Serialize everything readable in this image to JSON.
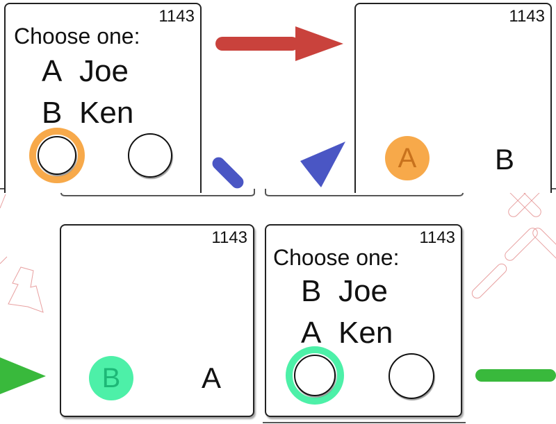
{
  "cards": [
    {
      "serial": "1143",
      "prompt": "Choose one:",
      "options": [
        {
          "letter": "A",
          "name": "Joe"
        },
        {
          "letter": "B",
          "name": "Ken"
        }
      ],
      "highlight_color": "#f7a94a"
    },
    {
      "serial": "1143",
      "revealed_letter": "A",
      "other_letter": "B",
      "highlight_color": "#f7a94a"
    },
    {
      "serial": "1143",
      "revealed_letter": "B",
      "other_letter": "A",
      "highlight_color": "#4df0a8"
    },
    {
      "serial": "1143",
      "prompt": "Choose one:",
      "options": [
        {
          "letter": "B",
          "name": "Joe"
        },
        {
          "letter": "A",
          "name": "Ken"
        }
      ],
      "highlight_color": "#4df0a8"
    }
  ],
  "colors": {
    "red_arrow": "#c9423c",
    "blue_arrow": "#4a56c4",
    "green_arrow": "#39b93c",
    "orange": "#f7a94a",
    "mint": "#4df0a8"
  }
}
